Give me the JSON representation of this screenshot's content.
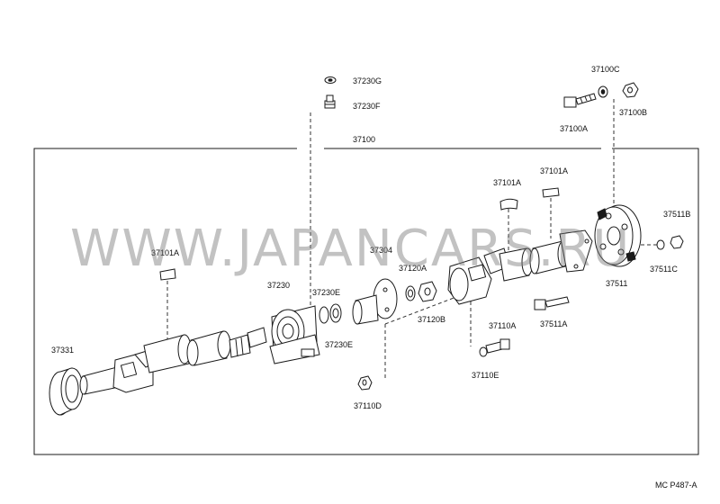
{
  "diagram": {
    "labels": {
      "p37230G": "37230G",
      "p37230F": "37230F",
      "p37100C": "37100C",
      "p37100A": "37100A",
      "p37100B": "37100B",
      "p37100": "37100",
      "p37101A_left": "37101A",
      "p37101A_mid": "37101A",
      "p37101A_right": "37101A",
      "p37511B": "37511B",
      "p37511C": "37511C",
      "p37511": "37511",
      "p37511A": "37511A",
      "p37304": "37304",
      "p37120A": "37120A",
      "p37120B": "37120B",
      "p37230": "37230",
      "p37230E_top": "37230E",
      "p37230E_bottom": "37230E",
      "p37110A": "37110A",
      "p37110E": "37110E",
      "p37110D": "37110D",
      "p37331": "37331"
    },
    "watermark": "WWW.JAPANCARS.RU",
    "figure_code": "MC P487-A"
  }
}
